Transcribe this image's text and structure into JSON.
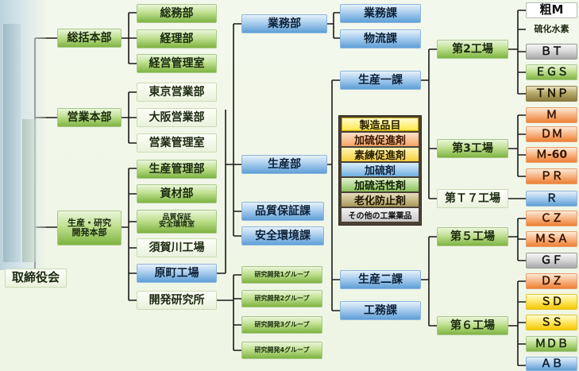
{
  "diagram": {
    "board": "取締役会",
    "headquarters": {
      "general": "総括本部",
      "sales": "営業本部",
      "production_rd": "生産・研究\n開発本部"
    },
    "general_depts": [
      "総務部",
      "経理部",
      "経営管理室"
    ],
    "sales_depts": [
      "東京営業部",
      "大阪営業部",
      "営業管理室"
    ],
    "production_depts": {
      "production_control": "生産管理部",
      "materials": "資材部",
      "quality_safety": "品質保証\n安全環境室",
      "sukagawa": "須賀川工場",
      "haramachi": "原町工場",
      "rd_lab": "開発研究所"
    },
    "divisions": {
      "business": "業務部",
      "production": "生産部",
      "quality_assurance": "品質保証課",
      "safety_environment": "安全環境課"
    },
    "business_sections": [
      "業務課",
      "物流課"
    ],
    "production_sections": {
      "first": "生産一課",
      "second": "生産二課",
      "engineering": "工務課"
    },
    "rd_groups": [
      "研究開発1グループ",
      "研究開発2グループ",
      "研究開発3グループ",
      "研究開発4グループ"
    ],
    "products": [
      "製造品目",
      "加硫促進剤",
      "素練促進剤",
      "加硫剤",
      "加硫活性剤",
      "老化防止剤",
      "その他の工業薬品"
    ],
    "plants": {
      "plant2": "第2工場",
      "plant3": "第3工場",
      "plantT7": "第Ｔ７工場",
      "plant5": "第５工場",
      "plant6": "第６工場"
    },
    "plant2_products": [
      "粗M",
      "硫化水素",
      "ＢＴ",
      "ＥＧＳ",
      "ＴＮＰ"
    ],
    "plant3_products": [
      "Ｍ",
      "ＤＭ",
      "Ｍ-60",
      "ＰＲ"
    ],
    "plantT7_products": [
      "Ｒ"
    ],
    "plant5_products": [
      "ＣＺ",
      "ＭＳＡ",
      "ＧＦ"
    ],
    "plant6_products": [
      "ＤＺ",
      "ＳＤ",
      "ＳＳ",
      "ＭＤＢ",
      "ＡＢ"
    ]
  }
}
